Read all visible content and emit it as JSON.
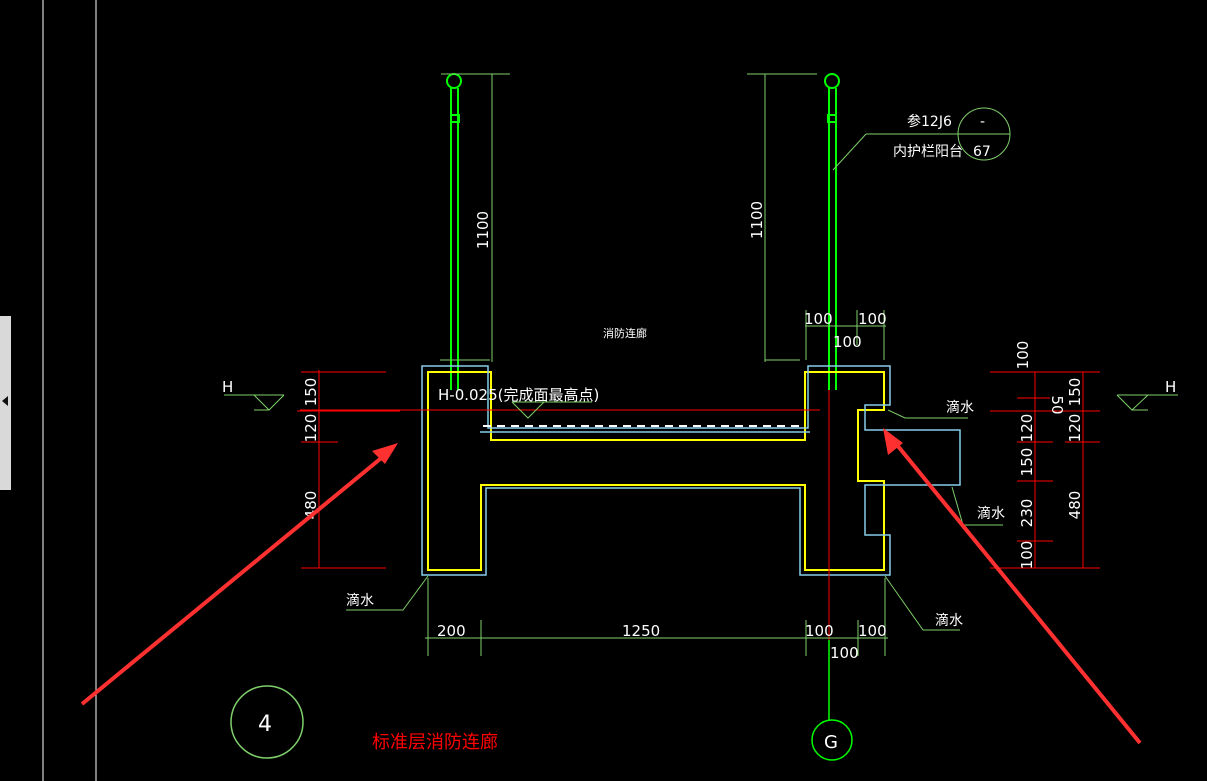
{
  "drawing": {
    "title": "标准层消防连廊",
    "corridor_label": "消防连廊",
    "elevation_note": "H-0.025(完成面最高点)",
    "level_marker": "H",
    "drip_label": "滴水",
    "reference": {
      "line1": "参12J6",
      "line2": "内护栏阳台",
      "index_top": "-",
      "index_bottom": "67"
    },
    "detail_number": "4",
    "axis_label": "G",
    "colors": {
      "background": "#000000",
      "railing": "#00ff00",
      "dimension": "#7ecf6a",
      "structure": "#ffff00",
      "finish": "#87ceeb",
      "annotation": "#ff2020",
      "title": "#ff0000"
    }
  },
  "dimensions": {
    "railing_height_left": "1100",
    "railing_height_right": "1100",
    "top_offsets": [
      "100",
      "100",
      "100"
    ],
    "bottom": [
      "200",
      "1250",
      "100",
      "100",
      "100"
    ],
    "left_vertical": [
      "150",
      "120",
      "480"
    ],
    "right_inner_vertical": [
      "100",
      "50",
      "120",
      "150",
      "230",
      "100"
    ],
    "right_outer_vertical": [
      "150",
      "120",
      "480"
    ]
  },
  "sidebar": {
    "collapse_tab": "collapse-panel"
  }
}
